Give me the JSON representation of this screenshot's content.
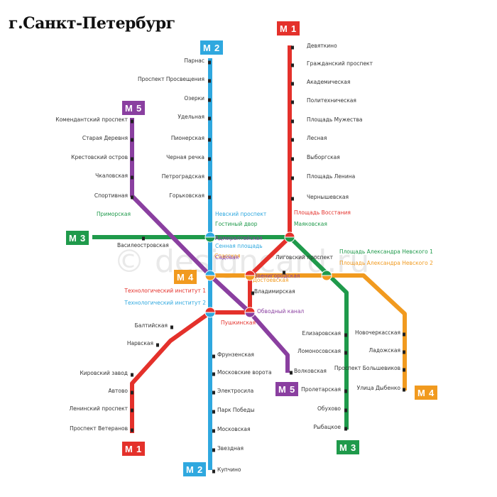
{
  "title": "г.Санкт-Петербург",
  "watermark": "© designcard.ru",
  "line_badge_prefix": "М",
  "lines": [
    {
      "id": "1",
      "color": "#e4312b",
      "stations": [
        "Девяткино",
        "Гражданский проспект",
        "Академическая",
        "Политехническая",
        "Площадь Мужества",
        "Лесная",
        "Выборгская",
        "Площадь Ленина",
        "Чернышевская",
        "Площадь Восстания",
        "Владимирская",
        "Пушкинская",
        "Технологический институт 1",
        "Балтийская",
        "Нарвская",
        "Кировский завод",
        "Автово",
        "Ленинский проспект",
        "Проспект Ветеранов"
      ]
    },
    {
      "id": "2",
      "color": "#2fa8df",
      "stations": [
        "Парнас",
        "Проспект Просвещения",
        "Озерки",
        "Удельная",
        "Пионерская",
        "Черная речка",
        "Петроградская",
        "Горьковская",
        "Невский проспект",
        "Сенная площадь",
        "Технологический институт 2",
        "Фрунзенская",
        "Московские ворота",
        "Электросила",
        "Парк Победы",
        "Московская",
        "Звездная",
        "Купчино"
      ]
    },
    {
      "id": "3",
      "color": "#1f9a4b",
      "stations": [
        "Приморская",
        "Василеостровская",
        "Гостиный двор",
        "Маяковская",
        "Площадь Александра Невского 1",
        "Елизаровская",
        "Ломоносовская",
        "Пролетарская",
        "Обухово",
        "Рыбацкое"
      ]
    },
    {
      "id": "4",
      "color": "#f19a1f",
      "stations": [
        "Спасская",
        "Достоевская",
        "Лиговский проспект",
        "Площадь Александра Невского 2",
        "Новочеркасская",
        "Ладожская",
        "Проспект Большевиков",
        "Улица Дыбенко"
      ]
    },
    {
      "id": "5",
      "color": "#8a3fa0",
      "stations": [
        "Комендантский проспект",
        "Старая Деревня",
        "Крестовский остров",
        "Чкаловская",
        "Спортивная",
        "Адмиралтейская",
        "Садовая",
        "Звенигородская",
        "Обводный канал",
        "Волковская"
      ]
    }
  ]
}
